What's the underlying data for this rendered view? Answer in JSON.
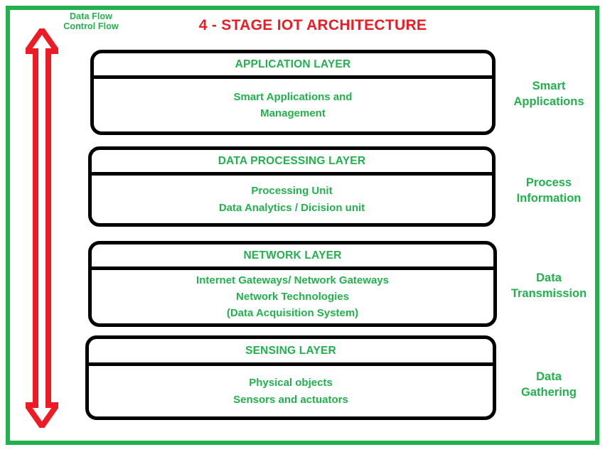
{
  "frame": {
    "border_color": "#22b14c",
    "background": "#ffffff"
  },
  "title": "4 - STAGE IOT ARCHITECTURE",
  "title_color": "#ed1c24",
  "accent_color": "#22b14c",
  "arrow": {
    "name": "data-control-flow-arrow",
    "color": "#ed1c24",
    "direction": "bidirectional-vertical",
    "style": "hollow-outline"
  },
  "flow_legend": {
    "line1": "Data Flow",
    "line2": "Control Flow"
  },
  "layers": [
    {
      "id": "application",
      "title": "APPLICATION LAYER",
      "body": [
        "Smart Applications and",
        "Management"
      ],
      "role": [
        "Smart",
        "Applications"
      ]
    },
    {
      "id": "data-processing",
      "title": "DATA PROCESSING LAYER",
      "body": [
        "Processing Unit",
        "Data Analytics / Dicision unit"
      ],
      "role": [
        "Process",
        "Information"
      ]
    },
    {
      "id": "network",
      "title": "NETWORK LAYER",
      "body": [
        "Internet Gateways/ Network Gateways",
        "Network Technologies",
        "(Data Acquisition System)"
      ],
      "role": [
        "Data",
        "Transmission"
      ]
    },
    {
      "id": "sensing",
      "title": "SENSING LAYER",
      "body": [
        "Physical objects",
        "Sensors and actuators"
      ],
      "role": [
        "Data",
        "Gathering"
      ]
    }
  ]
}
